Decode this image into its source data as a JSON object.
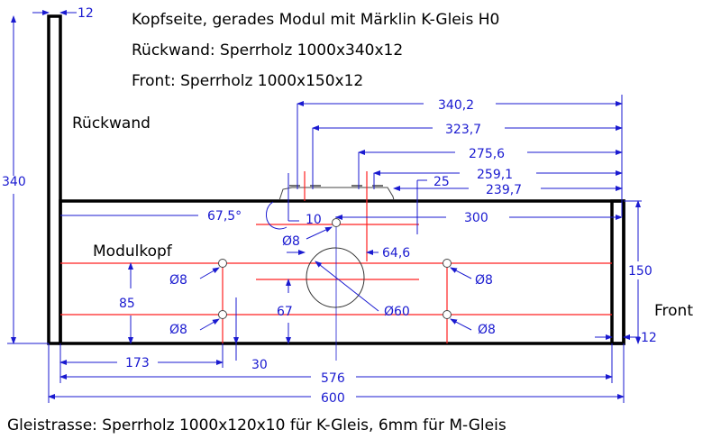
{
  "title_lines": [
    "Kopfseite, gerades Modul mit Märklin K-Gleis H0",
    "Rückwand: Sperrholz 1000x340x12",
    "Front: Sperrholz 1000x150x12"
  ],
  "labels": {
    "rueckwand": "Rückwand",
    "modulkopf": "Modulkopf",
    "front": "Front"
  },
  "footer": "Gleistrasse: Sperrholz 1000x120x10 für K-Gleis, 6mm für M-Gleis",
  "dimensions": {
    "d340_2": "340,2",
    "d323_7": "323,7",
    "d275_6": "275,6",
    "d259_1": "259,1",
    "d239_7": "239,7",
    "d25": "25",
    "d300": "300",
    "d10": "10",
    "angle": "67,5°",
    "d64_6": "64,6",
    "d12_top": "12",
    "d340": "340",
    "d150": "150",
    "d12_front": "12",
    "d85": "85",
    "d67": "67",
    "d173": "173",
    "d30": "30",
    "d576": "576",
    "d600": "600",
    "hole_center": "Ø8",
    "hole_tl": "Ø8",
    "hole_bl": "Ø8",
    "hole_tr": "Ø8",
    "hole_br": "Ø8",
    "cutout": "Ø60"
  },
  "colors": {
    "dimension": "#1a1ad0",
    "centerline": "#ff2020",
    "board": "#000000"
  }
}
